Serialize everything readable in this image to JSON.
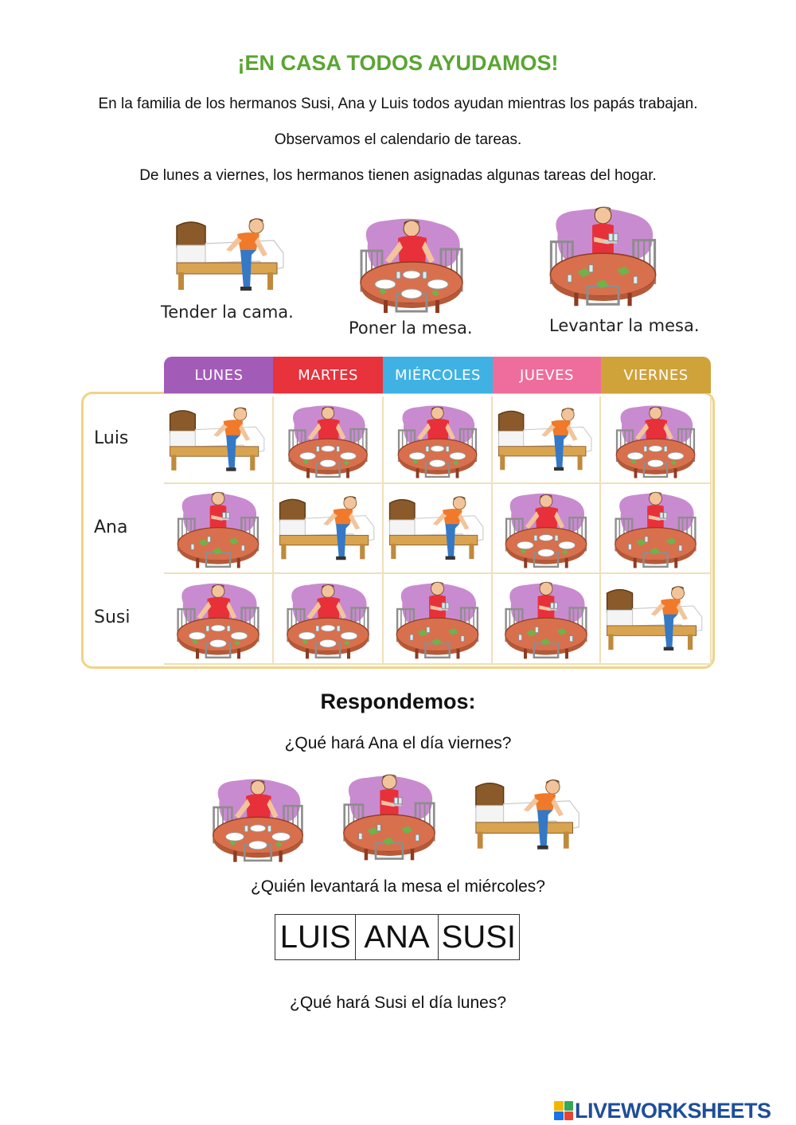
{
  "title": "¡EN CASA TODOS AYUDAMOS!",
  "intro": [
    "En la familia de los hermanos Susi, Ana y Luis todos ayudan mientras los papás trabajan.",
    "Observamos el calendario de tareas.",
    "De lunes a viernes, los hermanos tienen asignadas algunas tareas del hogar."
  ],
  "tasks": [
    {
      "key": "bed",
      "label": "Tender la cama.",
      "icon": "making-bed-icon"
    },
    {
      "key": "set",
      "label": "Poner la mesa.",
      "icon": "setting-table-icon"
    },
    {
      "key": "clear",
      "label": "Levantar la mesa.",
      "icon": "clearing-table-icon"
    }
  ],
  "schedule": {
    "days": [
      {
        "label": "LUNES",
        "color": "#a35bb8"
      },
      {
        "label": "MARTES",
        "color": "#e8323c"
      },
      {
        "label": "MIÉRCOLES",
        "color": "#3fb2e3"
      },
      {
        "label": "JUEVES",
        "color": "#ef6d9c"
      },
      {
        "label": "VIERNES",
        "color": "#cfa23a"
      }
    ],
    "rows": [
      {
        "name": "Luis",
        "tasks": [
          "bed",
          "set",
          "set",
          "bed",
          "set"
        ]
      },
      {
        "name": "Ana",
        "tasks": [
          "clear",
          "bed",
          "bed",
          "set",
          "clear"
        ]
      },
      {
        "name": "Susi",
        "tasks": [
          "set",
          "set",
          "clear",
          "clear",
          "bed"
        ]
      }
    ]
  },
  "respond_heading": "Respondemos:",
  "questions": [
    {
      "text": "¿Qué hará Ana el día viernes?",
      "options": [
        "set",
        "clear",
        "bed"
      ]
    },
    {
      "text": "¿Quién levantará la mesa el miércoles?",
      "options": [
        "LUIS",
        "ANA",
        "SUSI"
      ]
    },
    {
      "text": "¿Qué hará Susi el día lunes?"
    }
  ],
  "brand": "LIVEWORKSHEETS",
  "colors": {
    "title": "#5aa532",
    "brand": "#1f4e99",
    "frame": "#efd38a"
  }
}
